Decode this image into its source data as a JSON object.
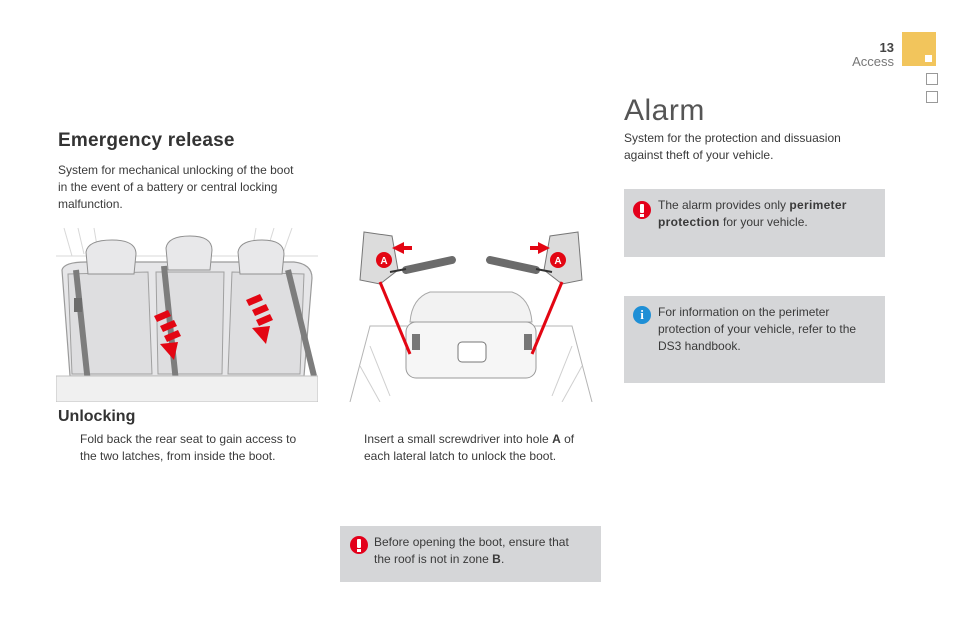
{
  "header": {
    "page_number": "13",
    "section": "Access"
  },
  "emergency": {
    "title": "Emergency release",
    "intro": "System for mechanical unlocking of the boot in the event of a battery or central locking malfunction.",
    "unlocking_title": "Unlocking",
    "step1_bullet": "",
    "step1": "Fold back the rear seat to gain access to the two latches, from inside the boot.",
    "step2_bullet": "",
    "step2_pre": "Insert a small screwdriver into hole ",
    "step2_hole": "A",
    "step2_post": " of each lateral latch to unlock the boot.",
    "warning_pre": "Before opening the boot, ensure that the roof is not in zone ",
    "warning_zone": "B",
    "warning_post": ".",
    "latch_label_left": "A",
    "latch_label_right": "A"
  },
  "alarm": {
    "title": "Alarm",
    "intro": "System for the protection and dissuasion against theft of your vehicle.",
    "note1_pre": "The alarm provides only ",
    "note1_bold": "perimeter protection",
    "note1_post": " for your vehicle.",
    "note2": "For information on the perimeter protection of your vehicle, refer to the DS3 handbook."
  },
  "colors": {
    "accent_tab": "#f2c55c",
    "warning_red": "#e3001b",
    "info_blue": "#1e8fd6",
    "note_bg": "#d5d6d8"
  },
  "icons": {
    "warning": "warning-icon",
    "info": "info-icon",
    "bullet": "finger-pointer-icon"
  }
}
